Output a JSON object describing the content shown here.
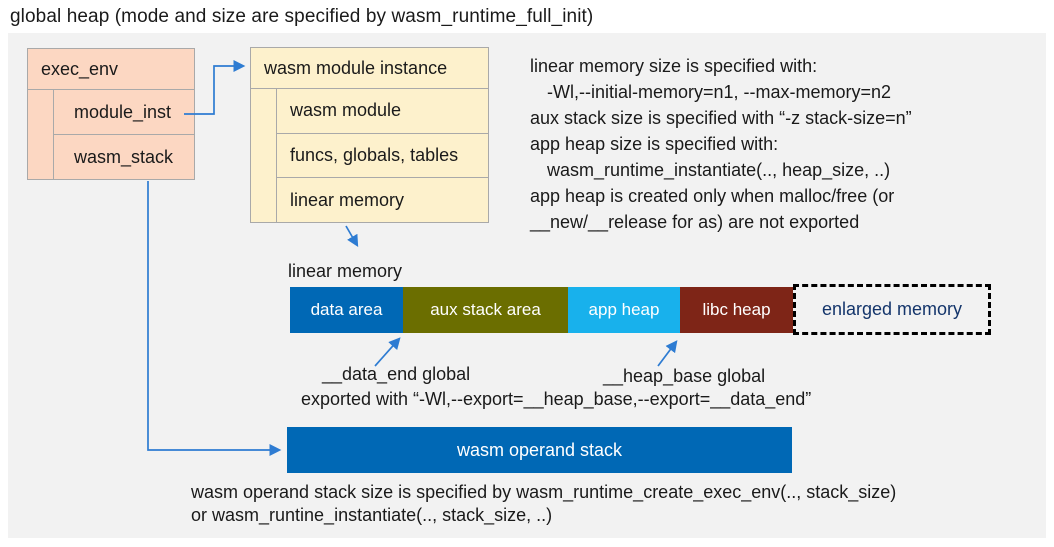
{
  "title": "global heap (mode and size are specified by wasm_runtime_full_init)",
  "colors": {
    "panel_bg": "#f2f2f2",
    "struct_pink": "#fcd7c2",
    "struct_cream": "#fdf1cc",
    "accent_blue": "#0068b5",
    "olive": "#6b6e00",
    "cyan": "#18b1ec",
    "maroon": "#7e2517",
    "enlarged_text": "#14356b",
    "arrow_blue": "#2e7cd2"
  },
  "exec_env_box": {
    "header": "exec_env",
    "rows": [
      "module_inst",
      "wasm_stack"
    ]
  },
  "module_instance_box": {
    "header": "wasm module instance",
    "rows": [
      "wasm module",
      "funcs, globals, tables",
      "linear memory"
    ]
  },
  "notes_right": {
    "lines": [
      "linear memory size is specified with:",
      "-Wl,--initial-memory=n1, --max-memory=n2",
      "aux stack size is specified with “-z stack-size=n”",
      "app heap size is specified with:",
      "wasm_runtime_instantiate(.., heap_size, ..)",
      "app heap is created only when malloc/free (or",
      "__new/__release for as) are not exported"
    ]
  },
  "linear_memory": {
    "label": "linear memory",
    "segments": [
      {
        "label": "data area",
        "color": "#0068b5"
      },
      {
        "label": "aux stack area",
        "color": "#6b6e00"
      },
      {
        "label": "app heap",
        "color": "#18b1ec"
      },
      {
        "label": "libc heap",
        "color": "#7e2517"
      }
    ],
    "enlarged": {
      "label": "enlarged memory"
    }
  },
  "annotations": {
    "data_end": "__data_end global",
    "heap_base": "__heap_base global",
    "exported": "exported with “-Wl,--export=__heap_base,--export=__data_end”"
  },
  "operand_stack": {
    "label": "wasm operand stack",
    "note_line1": "wasm operand stack size is specified by wasm_runtime_create_exec_env(.., stack_size)",
    "note_line2": "or wasm_runtine_instantiate(.., stack_size, ..)"
  }
}
